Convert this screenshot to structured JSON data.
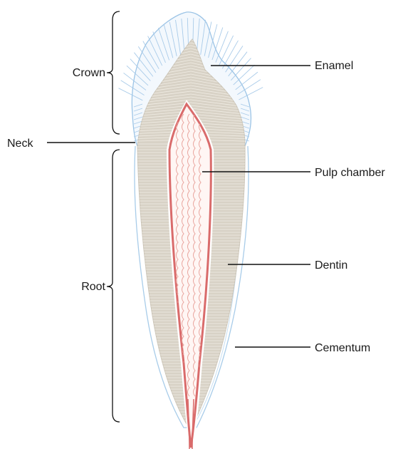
{
  "labels": {
    "crown": "Crown",
    "neck": "Neck",
    "root": "Root",
    "enamel": "Enamel",
    "pulp_chamber": "Pulp chamber",
    "dentin": "Dentin",
    "cementum": "Cementum"
  },
  "colors": {
    "enamel": "#9cc4e6",
    "dentin": "#d8d2c6",
    "dentin_lines": "#f4f1ea",
    "pulp": "#d96b6b",
    "pulp_fill": "#fff6f4",
    "cementum": "#a8cce9",
    "leader": "#111111"
  }
}
